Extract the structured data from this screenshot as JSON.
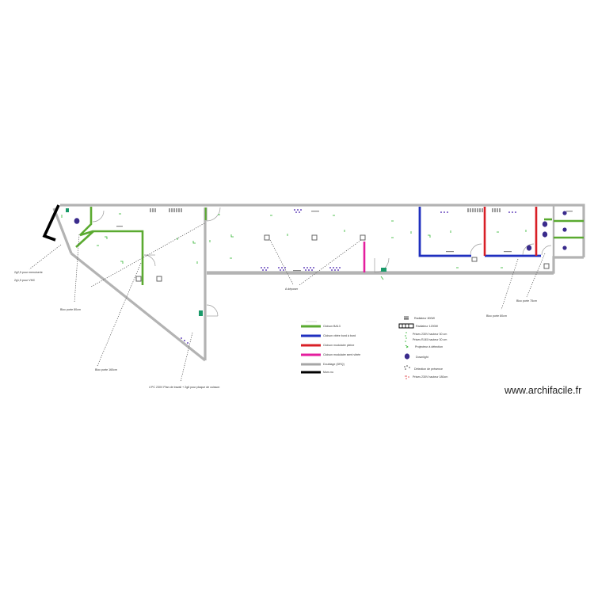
{
  "colors": {
    "wall": "#b3b3b3",
    "ba13": "#5aaa30",
    "vitree": "#1f2fbf",
    "modulaire_pleine": "#d81f26",
    "modulaire_vitree": "#e41e9e",
    "doublage": "#a6a6a6",
    "mur": "#000000",
    "electric": "#2db42d",
    "downlight": "#3a2b8c",
    "exit": "#1a9a6a"
  },
  "annotations": {
    "sp_menuiserie": "2g2,5 pour menuiserie",
    "sp_vmc": "2g1,5 pour VMC",
    "porte_80_left": "Bloc porte 80cm",
    "porte_160": "Bloc porte 160cm",
    "pc_230v": "4 PC 230V Plan de travail + 2g6 pour plaque de cuisson",
    "a_deposer": "A déposer",
    "porte_80_right": "Bloc porte 80cm",
    "porte_75": "Bloc porte 75cm"
  },
  "legend_left": [
    {
      "label": "Cloison BA13",
      "color_key": "ba13"
    },
    {
      "label": "Cloison vitrée bord à bord",
      "color_key": "vitree"
    },
    {
      "label": "Cloison modulaire pleine",
      "color_key": "modulaire_pleine"
    },
    {
      "label": "Cloison modulaire semi vitrée",
      "color_key": "modulaire_vitree"
    },
    {
      "label": "Doublage (DRQ)",
      "color_key": "doublage"
    },
    {
      "label": "Murs nu",
      "color_key": "mur"
    }
  ],
  "legend_right": [
    {
      "label": "Radiateur 800W",
      "icon": "radiator-small-icon"
    },
    {
      "label": "Radiateur 1200W",
      "icon": "radiator-large-icon"
    },
    {
      "label": "Prises 230V hauteur 30 cm",
      "icon": "outlet-icon"
    },
    {
      "label": "Prises RJ45 hauteur 30 cm",
      "icon": "rj45-icon"
    },
    {
      "label": "Projecteur à détection",
      "icon": "projector-icon"
    },
    {
      "label": "Downlight",
      "icon": "downlight-icon"
    },
    {
      "label": "Détection de présence",
      "icon": "presence-sensor-icon"
    },
    {
      "label": "Prises 230V hauteur 180cm",
      "icon": "outlet-high-icon"
    }
  ],
  "watermark": "www.archifacile.fr"
}
